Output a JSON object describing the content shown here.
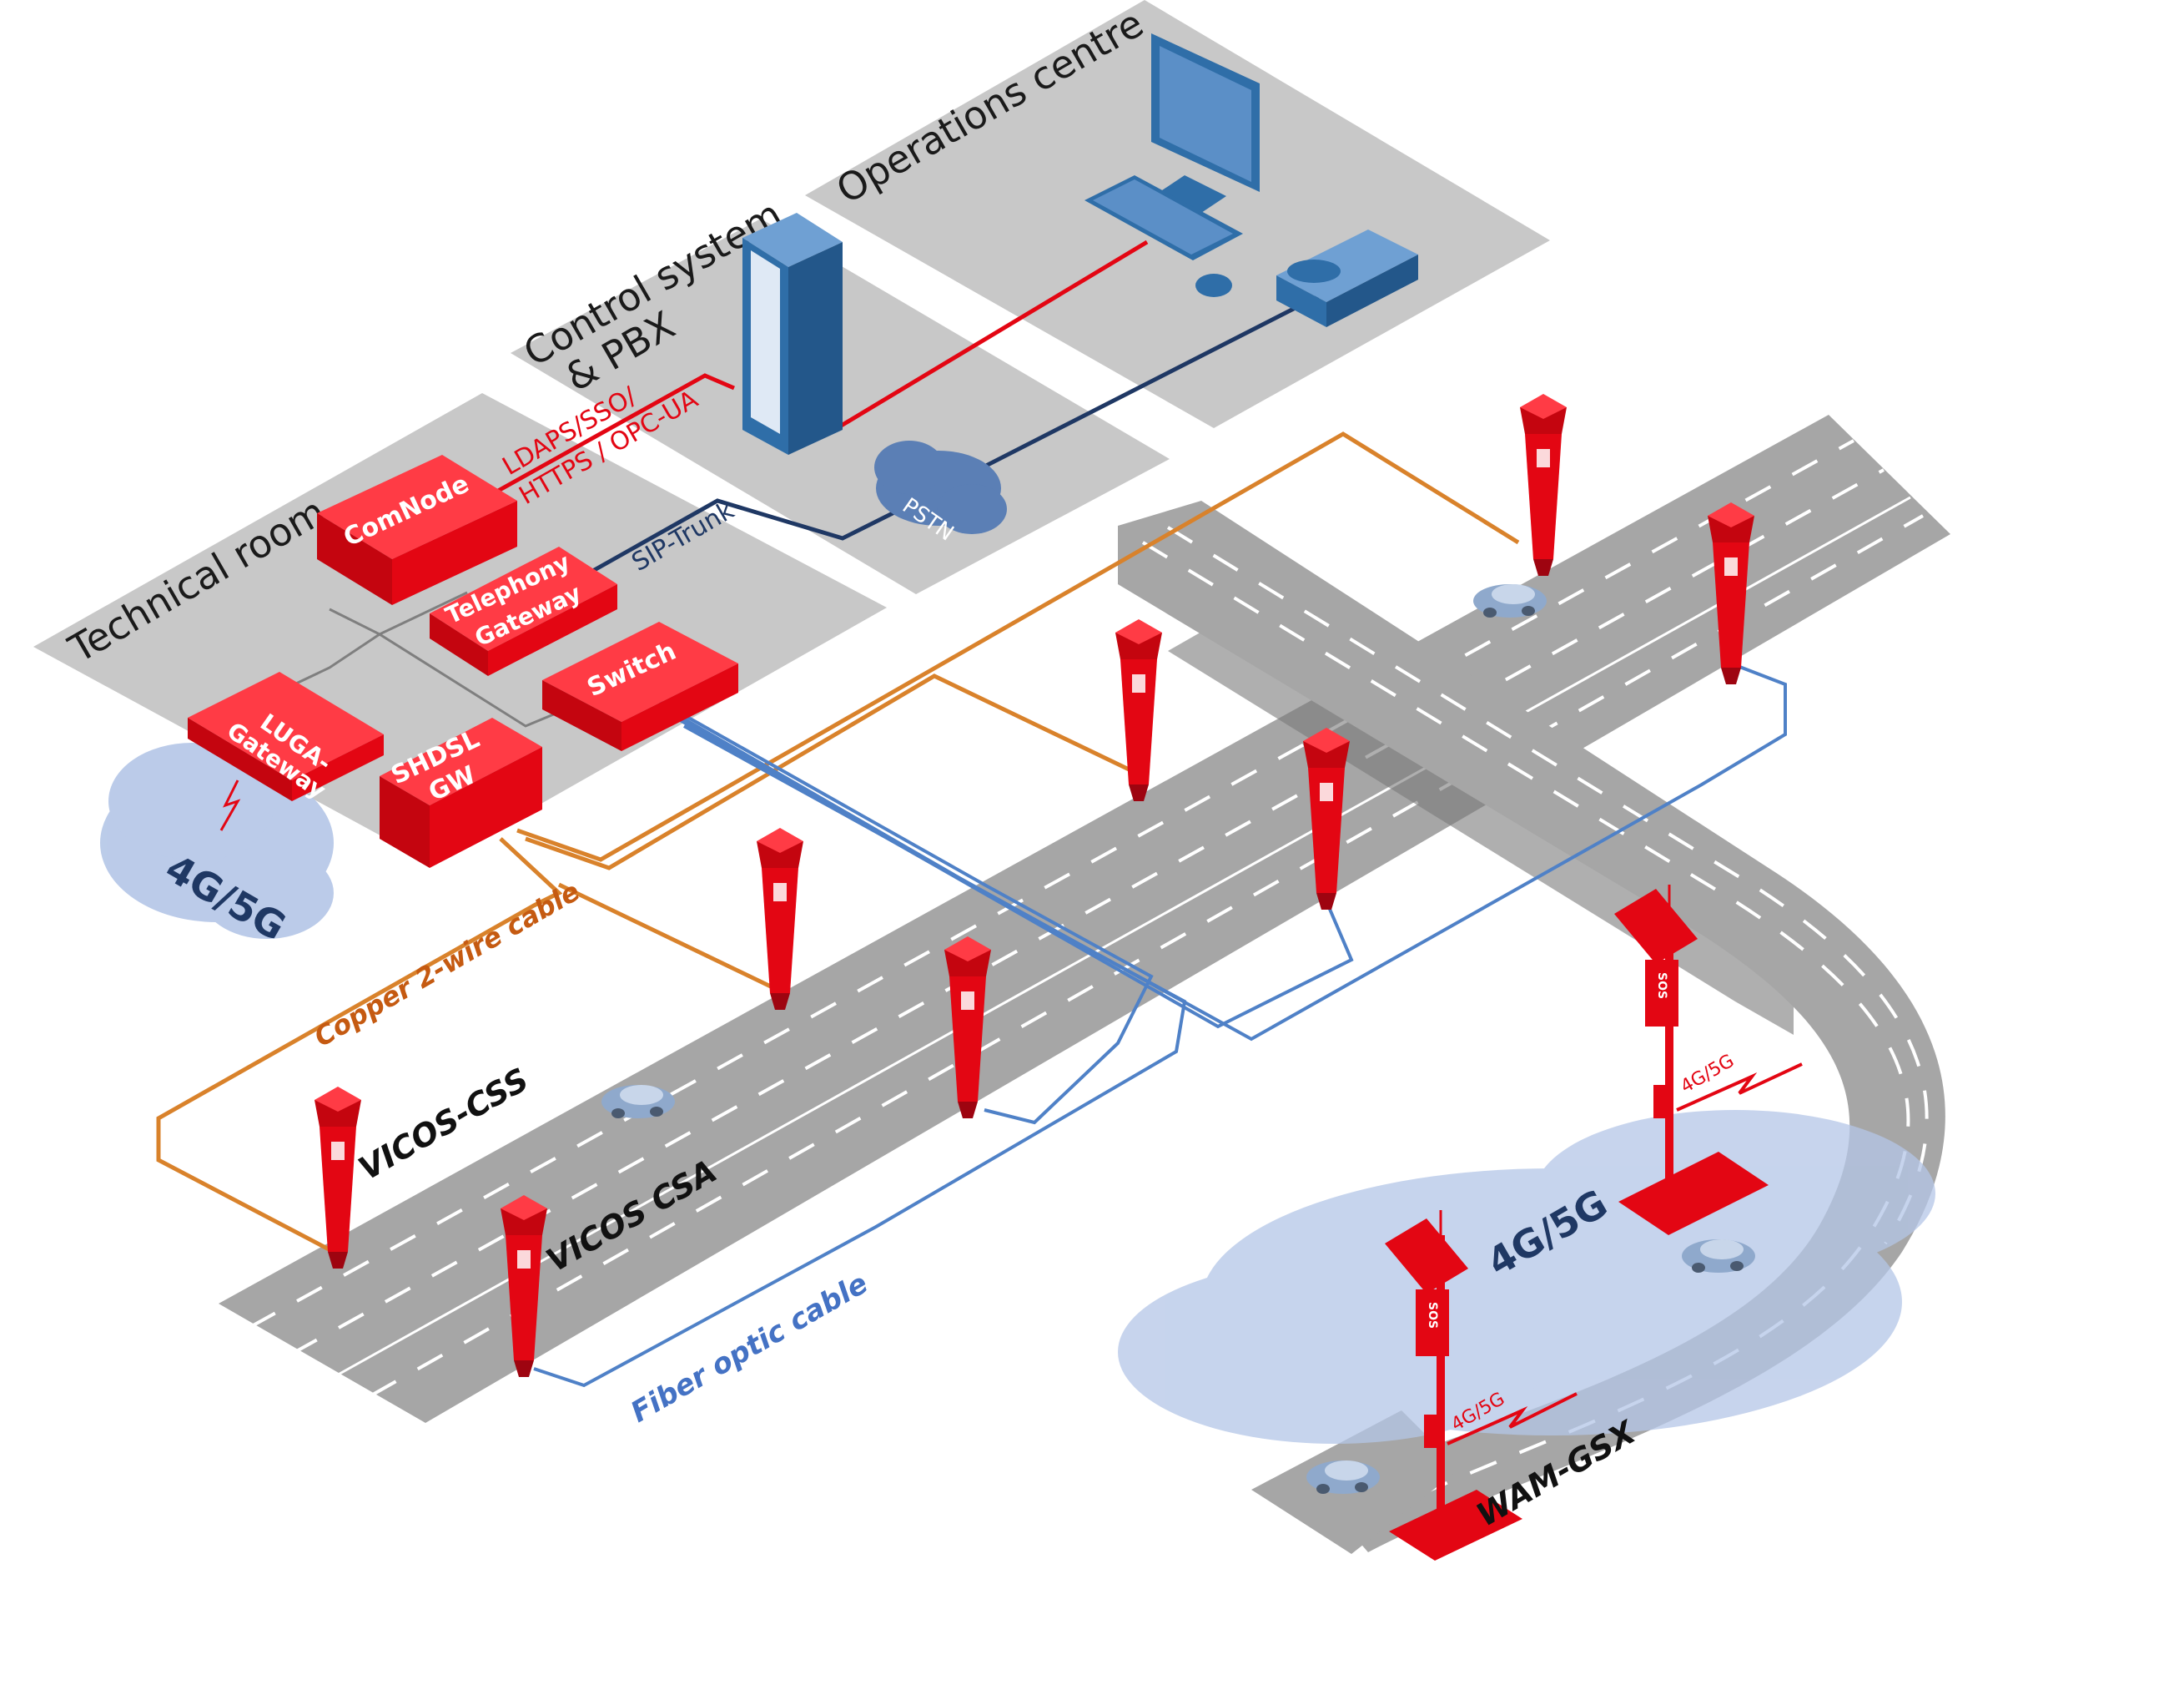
{
  "rooms": {
    "technical": "Technical room",
    "control_line1": "Control system",
    "control_line2": "& PBX",
    "operations": "Operations centre"
  },
  "devices": {
    "comnode": "ComNode",
    "telephony_line1": "Telephony",
    "telephony_line2": "Gateway",
    "switch": "Switch",
    "luga_line1": "LUGA-",
    "luga_line2": "Gateway",
    "shdsl_line1": "SHDSL",
    "shdsl_line2": "GW"
  },
  "links": {
    "protocols_line1": "LDAPS/SSO/",
    "protocols_line2": "HTTPS / OPC-UA",
    "sip_trunk": "SIP-Trunk",
    "pstn": "PSTN"
  },
  "cables": {
    "copper": "Copper 2-wire cable",
    "fiber": "Fiber optic cable"
  },
  "products": {
    "vicos_css": "VICOS-CSS",
    "vicos_csa": "VICOS CSA",
    "wam_gsx": "WAM-GSX"
  },
  "wireless": {
    "cloud_left": "4G/5G",
    "cloud_right": "4G/5G",
    "radio_upper": "4G/5G",
    "radio_lower": "4G/5G",
    "sos": "SOS"
  },
  "colors": {
    "device_red": "#e30613",
    "floor_grey": "#c8c8c8",
    "road_grey": "#a6a6a6",
    "copper_orange": "#d9822b",
    "fiber_blue": "#4f81c7",
    "navy_line": "#1f3864",
    "cloud_blue": "#b4c6e7",
    "equipment_blue": "#2f6ea8"
  }
}
